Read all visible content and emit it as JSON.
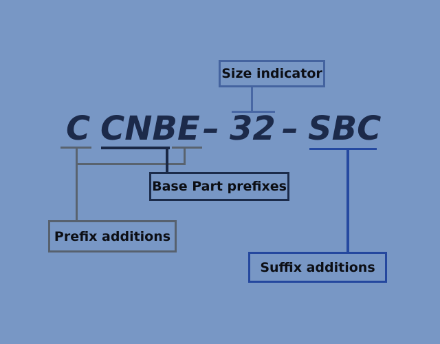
{
  "part_number": {
    "prefix_addition": "C",
    "base_part": "CNBE",
    "separator1": "–",
    "size": "32",
    "separator2": "–",
    "suffix": "SBC"
  },
  "labels": {
    "size_indicator": "Size indicator",
    "base_part_prefixes": "Base Part prefixes",
    "prefix_additions": "Prefix additions",
    "suffix_additions": "Suffix additions"
  },
  "colors": {
    "background": "#7897c5",
    "heading_text": "#1c2a4a",
    "label_text": "#0c0e14",
    "gray_line": "#59636f",
    "navy_line": "#1a2845",
    "size_line_blue": "#4867a4",
    "suffix_line_blue": "#2549a0"
  }
}
